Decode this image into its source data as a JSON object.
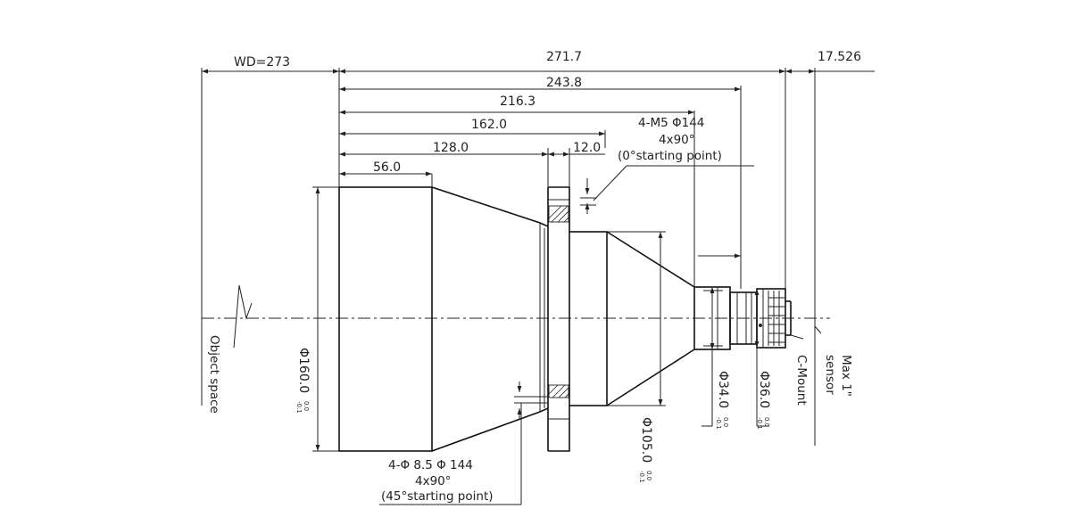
{
  "dimensions": {
    "wd": "WD=273",
    "d271": "271.7",
    "d17": "17.526",
    "d243": "243.8",
    "d216": "216.3",
    "d162": "162.0",
    "d128": "128.0",
    "d12": "12.0",
    "d56": "56.0"
  },
  "diameters": {
    "d160": "Φ160.0",
    "d105": "Φ105.0",
    "d34": "Φ34.0",
    "d36": "Φ36.0",
    "tol_upper": "0.0",
    "tol_lower": "-0.1"
  },
  "callouts": {
    "m5_line1": "4-M5  Φ144",
    "m5_line2": "4x90°",
    "m5_line3": "(0°starting point)",
    "hole_line1": "4-Φ 8.5 Φ 144",
    "hole_line2": "4x90°",
    "hole_line3": "(45°starting point)"
  },
  "labels": {
    "object_space": "Object space",
    "c_mount": "C-Mount",
    "sensor_line1": "Max 1\"",
    "sensor_line2": "sensor"
  }
}
